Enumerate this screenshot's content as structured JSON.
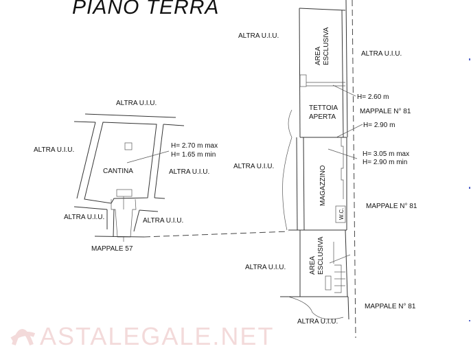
{
  "title": "PIANO TERRA",
  "watermark": "ASTALEGALE.NET",
  "rooms": {
    "area_esclusiva_top": [
      "AREA",
      "ESCLUSIVA"
    ],
    "tettoia": [
      "TETTOIA",
      "APERTA"
    ],
    "magazzino": "MAGAZZINO",
    "wc": "W.C.",
    "area_esclusiva_bottom": [
      "AREA",
      "ESCLUSIVA"
    ],
    "cantina": "CANTINA"
  },
  "heights": {
    "h260": "H= 2.60 m",
    "h290": "H= 2.90 m",
    "magazzino_max": "H= 3.05 m max",
    "magazzino_min": "H= 2.90 m min",
    "cantina_max": "H= 2.70 m max",
    "cantina_min": "H= 1.65 m min"
  },
  "neighbors": {
    "altra": "ALTRA U.I.U.",
    "mappale81": "MAPPALE N° 81",
    "mappale57": "MAPPALE 57"
  }
}
